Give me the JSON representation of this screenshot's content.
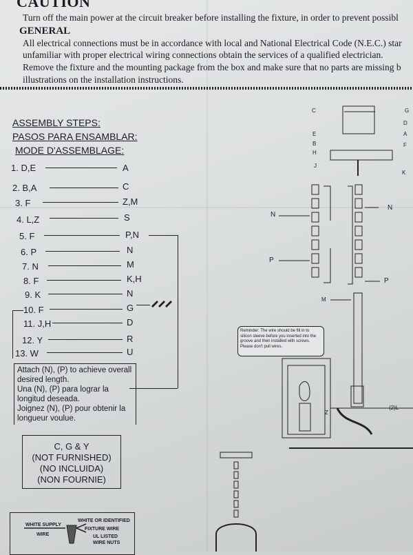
{
  "caution": {
    "title": "CAUTION",
    "line1": "Turn off the main power at the circuit breaker before installing the fixture, in order to prevent possibl",
    "general_title": "GENERAL",
    "line2": "All electrical connections must be in accordance with local and National Electrical Code (N.E.C.) star",
    "line3": "unfamiliar with proper electrical wiring connections obtain the services of a qualified electrician.",
    "line4": "Remove the fixture and the mounting package from the box and make sure that no parts are missing b",
    "line5": "illustrations on the installation instructions."
  },
  "headings": {
    "en": "ASSEMBLY STEPS:",
    "es": "PASOS PARA ENSAMBLAR:",
    "fr": "MODE D'ASSEMBLAGE:"
  },
  "steps": [
    {
      "label": "1. D,E",
      "part": "A"
    },
    {
      "label": "2. B,A",
      "part": "C"
    },
    {
      "label": "3. F",
      "part": "Z,M"
    },
    {
      "label": "4. L,Z",
      "part": "S"
    },
    {
      "label": "5. F",
      "part": "P,N"
    },
    {
      "label": "6. P",
      "part": "N"
    },
    {
      "label": "7. N",
      "part": "M"
    },
    {
      "label": "8. F",
      "part": "K,H"
    },
    {
      "label": "9. K",
      "part": "N"
    },
    {
      "label": "10. F",
      "part": "G"
    },
    {
      "label": "11. J,H",
      "part": "D"
    },
    {
      "label": "12. Y",
      "part": "R"
    },
    {
      "label": "13. W",
      "part": "U"
    }
  ],
  "attach": {
    "en": "Attach (N), (P) to achieve overall desired length.",
    "es": "Una (N), (P) para lograr la longitud deseada.",
    "fr": "Joignez (N), (P) pour obtenir la longueur voulue."
  },
  "not_furnished": {
    "line1": "C, G & Y",
    "line2": "(NOT FURNISHED)",
    "line3": "(NO INCLUIDA)",
    "line4": "(NON FOURNIE)"
  },
  "wiring": {
    "white_supply": "WHITE SUPPLY",
    "wire": "WIRE",
    "white_identified": "WHITE OR IDENTIFIED",
    "fixture_wire": "FIXTURE WIRE",
    "ul_listed": "UL LISTED",
    "wire_nuts": "WIRE NUTS"
  },
  "reminder": "Reminder: The wire should be fill in to silicon sleeve before you inserted into the groove and then installed with screws. Please don't pull wires.",
  "diagram_labels": {
    "C": "C",
    "E": "E",
    "B": "B",
    "H": "H",
    "J": "J",
    "G": "G",
    "D": "D",
    "A": "A",
    "F": "F",
    "K": "K",
    "N_left": "N",
    "N_right": "N",
    "P_left": "P",
    "P_right": "P",
    "M": "M",
    "Z": "Z",
    "L": "(2)L"
  }
}
